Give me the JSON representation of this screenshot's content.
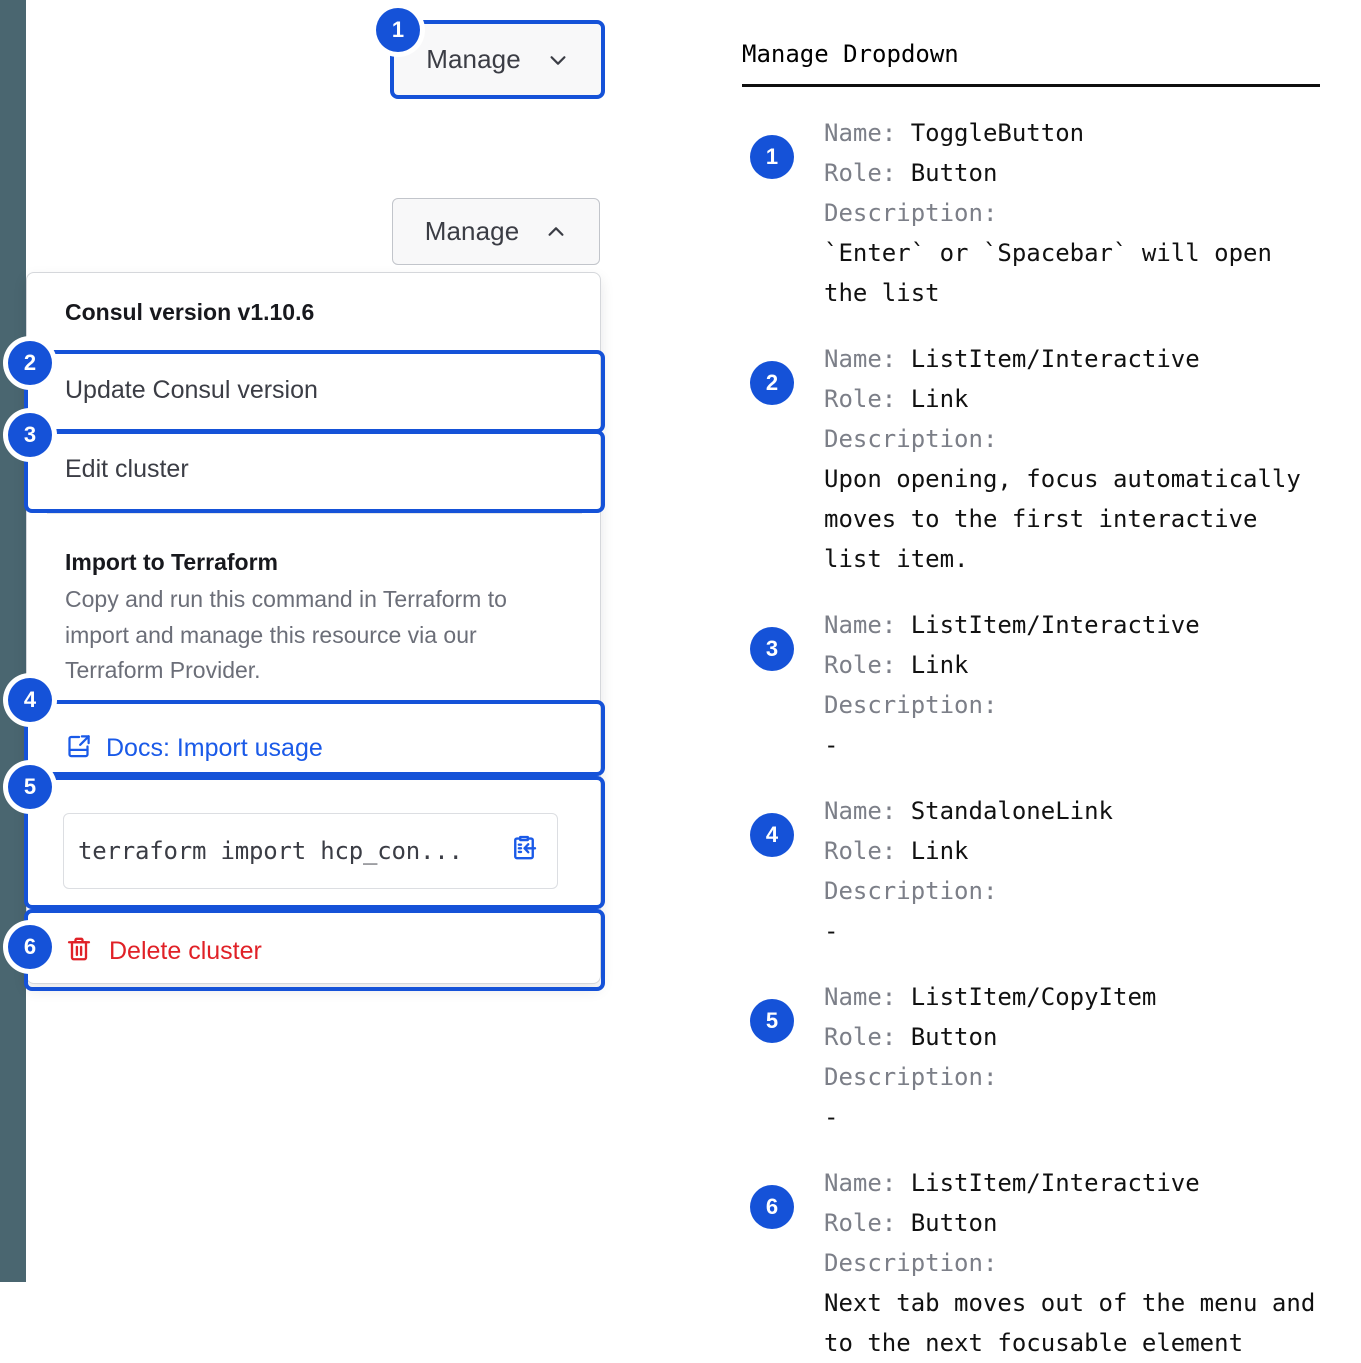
{
  "rail": {
    "color": "#4a6670"
  },
  "accent": {
    "blue": "#1552d8",
    "link": "#1a5ae8",
    "danger": "#e02127"
  },
  "ui": {
    "manage_button_closed": {
      "label": "Manage",
      "chevron": "chevron-down-icon"
    },
    "manage_button_open": {
      "label": "Manage",
      "chevron": "chevron-up-icon"
    },
    "dropdown": {
      "consul_version_heading": "Consul version v1.10.6",
      "item_update": "Update Consul version",
      "item_edit": "Edit cluster",
      "terraform_heading": "Import to Terraform",
      "terraform_description": "Copy and run this command in Terraform to import and manage this resource via our Terraform Provider.",
      "docs_link": "Docs: Import usage",
      "docs_icon": "external-link-doc-icon",
      "command_text": "terraform import hcp_con...",
      "copy_icon": "clipboard-copy-icon",
      "delete_label": "Delete cluster",
      "delete_icon": "trash-icon"
    }
  },
  "markers": {
    "m1": "1",
    "m2": "2",
    "m3": "3",
    "m4": "4",
    "m5": "5",
    "m6": "6"
  },
  "legend": {
    "title": "Manage Dropdown",
    "labels": {
      "name": "Name:",
      "role": "Role:",
      "description": "Description:"
    },
    "entries": [
      {
        "number": "1",
        "name": "ToggleButton",
        "role": "Button",
        "description": "`Enter` or `Spacebar` will open\nthe list"
      },
      {
        "number": "2",
        "name": "ListItem/Interactive",
        "role": "Link",
        "description": "Upon opening, focus automatically\nmoves to the first interactive\nlist item."
      },
      {
        "number": "3",
        "name": "ListItem/Interactive",
        "role": "Link",
        "description": "-"
      },
      {
        "number": "4",
        "name": "StandaloneLink",
        "role": "Link",
        "description": "-"
      },
      {
        "number": "5",
        "name": "ListItem/CopyItem",
        "role": "Button",
        "description": "-"
      },
      {
        "number": "6",
        "name": "ListItem/Interactive",
        "role": "Button",
        "description": "Next tab moves out of the menu and\nto the next focusable element"
      }
    ]
  }
}
